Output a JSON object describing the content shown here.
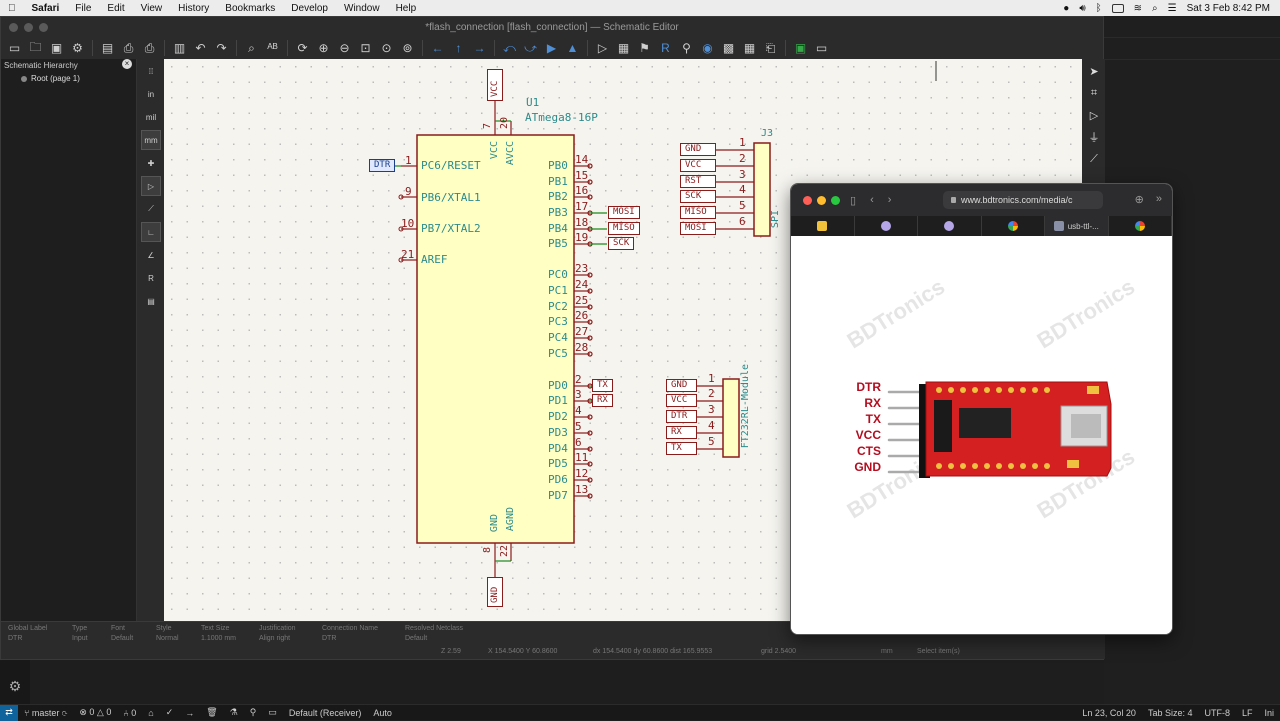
{
  "menubar": {
    "app": "Safari",
    "items": [
      "File",
      "Edit",
      "View",
      "History",
      "Bookmarks",
      "Develop",
      "Window",
      "Help"
    ],
    "clock": "Sat 3 Feb  8:42 PM"
  },
  "kicad": {
    "title": "*flash_connection [flash_connection] — Schematic Editor",
    "hierarchy": {
      "header": "Schematic Hierarchy",
      "root": "Root (page 1)"
    },
    "lefttools": {
      "in": "in",
      "mil": "mil",
      "mm": "mm"
    },
    "props": {
      "global_label": "Global Label",
      "global_label_val": "DTR",
      "type": "Type",
      "type_val": "Input",
      "font": "Font",
      "font_val": "Default",
      "style": "Style",
      "style_val": "Normal",
      "text_size": "Text Size",
      "text_size_val": "1.1000 mm",
      "justification": "Justification",
      "justification_val": "Align right",
      "conn_name": "Connection Name",
      "conn_name_val": "DTR",
      "netclass": "Resolved Netclass",
      "netclass_val": "Default"
    },
    "status": {
      "zoom": "Z 2.59",
      "xy": "X 154.5400  Y 60.8600",
      "dxdy": "dx 154.5400  dy 60.8600  dist 165.9553",
      "grid": "grid 2.5400",
      "unit": "mm",
      "hint": "Select item(s)"
    }
  },
  "schematic": {
    "ref": "U1",
    "value": "ATmega8-16P",
    "power": {
      "vcc": "VCC",
      "gnd": "GND"
    },
    "vertical_pins": {
      "vcc": "VCC",
      "avcc": "AVCC",
      "gnd": "GND",
      "agnd": "AGND",
      "n7": "7",
      "n20": "20",
      "n8": "8",
      "n22": "22"
    },
    "left_pins": [
      {
        "num": "1",
        "name": "PC6/RESET"
      },
      {
        "num": "9",
        "name": "PB6/XTAL1"
      },
      {
        "num": "10",
        "name": "PB7/XTAL2"
      },
      {
        "num": "21",
        "name": "AREF"
      }
    ],
    "right_pins": [
      {
        "num": "14",
        "name": "PB0"
      },
      {
        "num": "15",
        "name": "PB1"
      },
      {
        "num": "16",
        "name": "PB2"
      },
      {
        "num": "17",
        "name": "PB3"
      },
      {
        "num": "18",
        "name": "PB4"
      },
      {
        "num": "19",
        "name": "PB5"
      },
      {
        "num": "23",
        "name": "PC0"
      },
      {
        "num": "24",
        "name": "PC1"
      },
      {
        "num": "25",
        "name": "PC2"
      },
      {
        "num": "26",
        "name": "PC3"
      },
      {
        "num": "27",
        "name": "PC4"
      },
      {
        "num": "28",
        "name": "PC5"
      },
      {
        "num": "2",
        "name": "PD0"
      },
      {
        "num": "3",
        "name": "PD1"
      },
      {
        "num": "4",
        "name": "PD2"
      },
      {
        "num": "5",
        "name": "PD3"
      },
      {
        "num": "6",
        "name": "PD4"
      },
      {
        "num": "11",
        "name": "PD5"
      },
      {
        "num": "12",
        "name": "PD6"
      },
      {
        "num": "13",
        "name": "PD7"
      }
    ],
    "net_labels": {
      "dtr": "DTR",
      "mosi": "MOSI",
      "miso": "MISO",
      "sck": "SCK",
      "tx": "TX",
      "rx": "RX"
    },
    "j3": {
      "ref": "J3",
      "value": "SPI",
      "labels": [
        "GND",
        "VCC",
        "RST",
        "SCK",
        "MISO",
        "MOSI"
      ],
      "nums": [
        "1",
        "2",
        "3",
        "4",
        "5",
        "6"
      ]
    },
    "ftdi": {
      "value": "FT232RL-Module",
      "labels": [
        "GND",
        "VCC",
        "DTR",
        "RX",
        "TX"
      ],
      "nums": [
        "1",
        "2",
        "3",
        "4",
        "5"
      ]
    }
  },
  "safari": {
    "url": "www.bdtronics.com/media/c",
    "tabs": [
      "",
      "",
      "",
      "",
      "usb-ttl-...",
      ""
    ],
    "watermark": "BDTronics",
    "pins": [
      "DTR",
      "RX",
      "TX",
      "VCC",
      "CTS",
      "GND"
    ]
  },
  "vscode": {
    "branch": "master",
    "errors": "0",
    "warnings": "0",
    "ports": "0",
    "profile": "Default (Receiver)",
    "auto": "Auto",
    "position": "Ln 23, Col 20",
    "tabsize": "Tab Size: 4",
    "encoding": "UTF-8",
    "eol": "LF",
    "lang": "Ini"
  }
}
